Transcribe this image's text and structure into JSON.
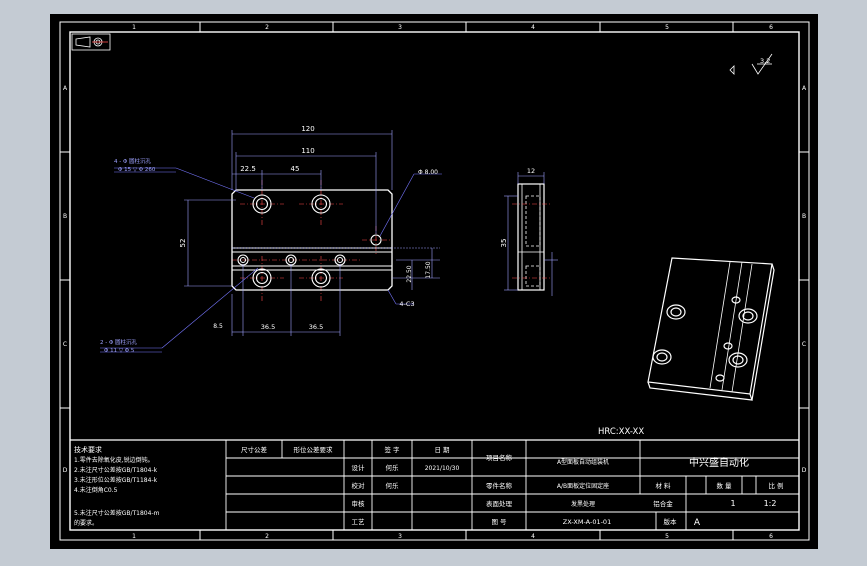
{
  "colors": {
    "background": "#c4cbd3",
    "sheet": "#000000",
    "line": "#ffffff",
    "dimension": "#9ea2ff",
    "centerline": "#ff4a4a",
    "leader": "#7777ff"
  },
  "frame": {
    "columns": [
      "1",
      "2",
      "3",
      "4",
      "5",
      "6"
    ],
    "rows": [
      "A",
      "B",
      "C",
      "D"
    ]
  },
  "drawing": {
    "hardness": "HRC:XX-XX",
    "roughness": "3.2",
    "dims": {
      "overall_length": "120",
      "hole_span": "110",
      "offset_a": "22.5",
      "pitch_top": "45",
      "height": "52",
      "right_dia": "Φ 8.00",
      "width_side": "12",
      "height_side": "35",
      "row_a": "22.50",
      "row_b": "17.50",
      "edge_left": "8.5",
      "pitch_a": "36.5",
      "pitch_b": "36.5",
      "chamfer": "4-C3"
    },
    "hole_note_top": [
      "4 - Φ 圆柱沉孔",
      "Φ 15 ▽ Φ 260"
    ],
    "hole_note_bottom": [
      "2 - Φ 圆柱沉孔",
      "Φ 11 ▽ Φ 5"
    ]
  },
  "notes": {
    "title": "技术要求",
    "lines": [
      "1.零件去除氧化皮,锐边倒钝。",
      "2.未注尺寸公差按GB/T1804-k",
      "3.未注形位公差按GB/T1184-k",
      "4.未注倒角C0.5",
      "5.未注尺寸公差按GB/T1804-m",
      "  的要求。"
    ]
  },
  "title_block": {
    "h_size": "尺寸公差",
    "h_form": "形位公差要求",
    "h_sign": "签 字",
    "h_date": "日 期",
    "r_design": "设计",
    "r_check": "校对",
    "r_review": "审核",
    "r_craft": "工艺",
    "designer": "何乐",
    "checker": "何乐",
    "date": "2021/10/30",
    "l_project": "项目名称",
    "project": "A型面板自动组装机",
    "l_part": "零件名称",
    "part": "A/B面板定位固定座",
    "l_process": "表面处理",
    "process": "发黑处理",
    "l_drawno": "图 号",
    "drawno": "ZX-XM-A-01-01",
    "company": "中兴盛自动化",
    "h_material": "材 料",
    "h_qty": "数 量",
    "h_scale": "比 例",
    "material": "铝合金",
    "qty": "1",
    "scale": "1:2",
    "l_version": "版本",
    "version": "A"
  }
}
